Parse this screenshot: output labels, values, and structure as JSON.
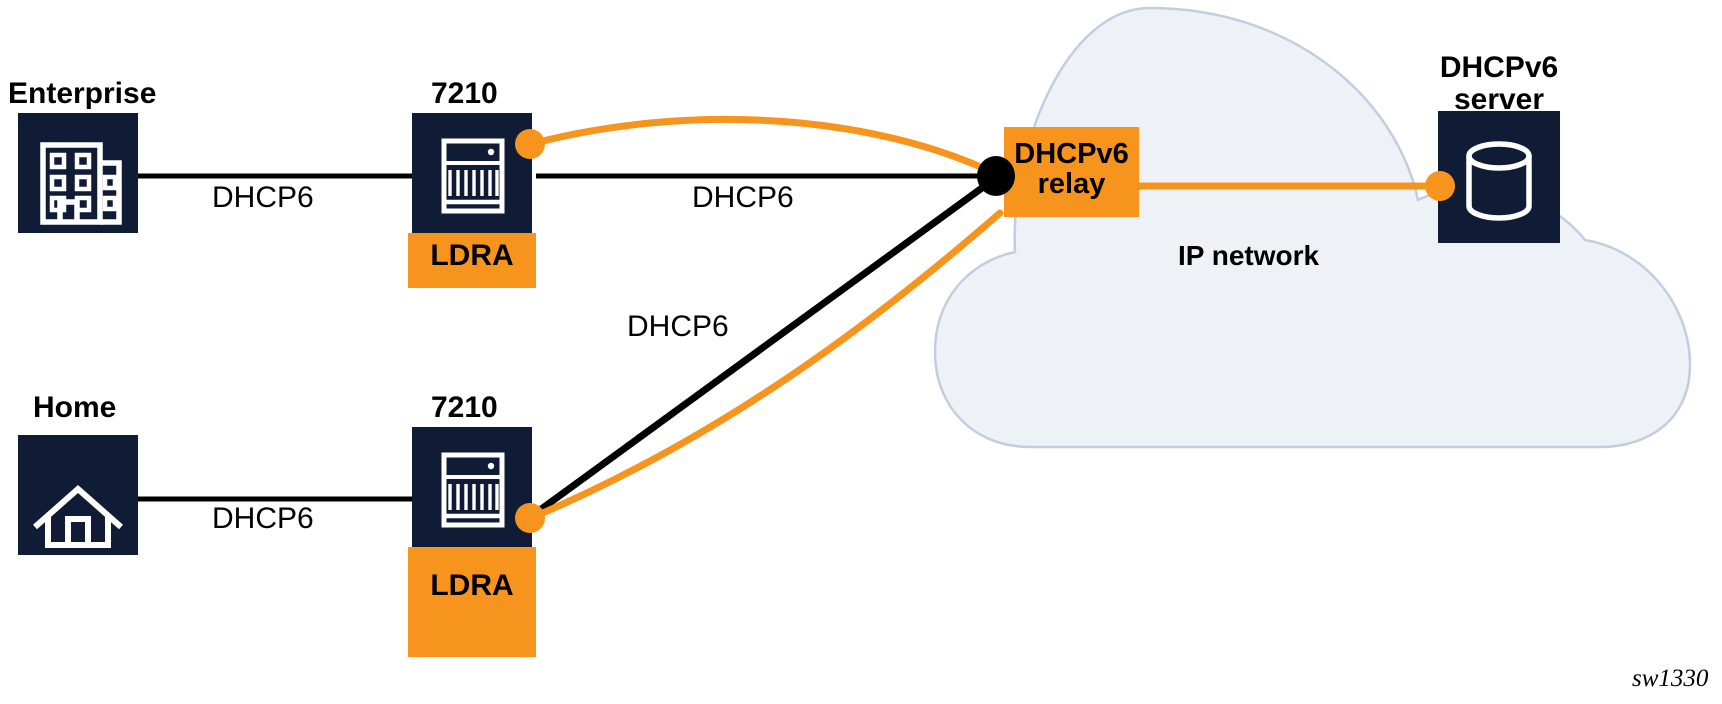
{
  "figure": {
    "id": "sw1330",
    "colors": {
      "navy": "#101c36",
      "orange": "#f7941e",
      "cloud_fill": "#eef2f7",
      "cloud_stroke": "#c2cede",
      "line_black": "#000000",
      "icon_white": "#ffffff"
    }
  },
  "nodes": {
    "enterprise": {
      "label": "Enterprise",
      "icon": "office-building-icon"
    },
    "home": {
      "label": "Home",
      "icon": "house-icon"
    },
    "router_top": {
      "label": "7210",
      "icon": "router-rack-icon",
      "tag": "LDRA"
    },
    "router_bottom": {
      "label": "7210",
      "icon": "router-rack-icon",
      "tag": "LDRA"
    },
    "relay": {
      "label": "DHCPv6\nrelay",
      "line1": "DHCPv6",
      "line2": "relay"
    },
    "server": {
      "label": "DHCPv6\nserver",
      "line1": "DHCPv6",
      "line2": "server",
      "icon": "database-cylinder-icon"
    },
    "cloud": {
      "label": "IP network"
    }
  },
  "links": [
    {
      "id": "enterprise-to-router-top",
      "label": "DHCP6",
      "style": "black"
    },
    {
      "id": "router-top-to-relay",
      "label": "DHCP6",
      "style": "black"
    },
    {
      "id": "router-top-to-relay-orange",
      "label": "",
      "style": "orange-curve"
    },
    {
      "id": "home-to-router-bottom",
      "label": "DHCP6",
      "style": "black"
    },
    {
      "id": "router-bottom-to-relay",
      "label": "DHCP6",
      "style": "black"
    },
    {
      "id": "router-bottom-to-relay-orange",
      "label": "",
      "style": "orange-curve"
    },
    {
      "id": "relay-to-server",
      "label": "",
      "style": "orange"
    }
  ],
  "link_labels": {
    "enterprise": "DHCP6",
    "router_top_relay": "DHCP6",
    "home": "DHCP6",
    "router_bottom_relay": "DHCP6"
  }
}
